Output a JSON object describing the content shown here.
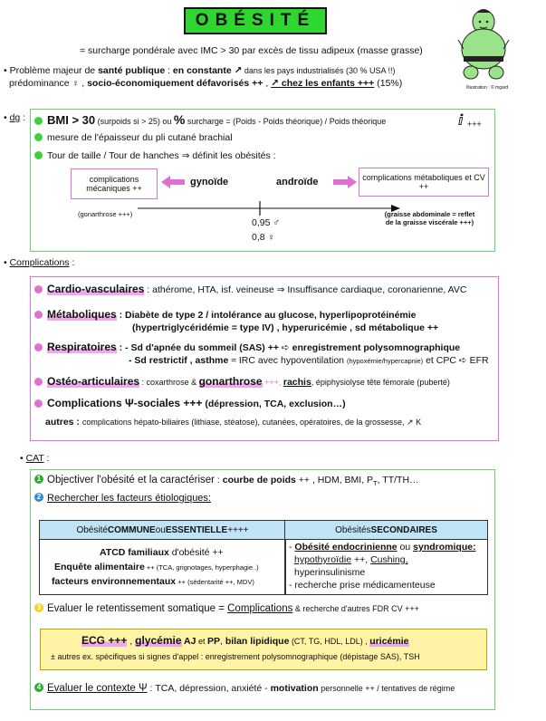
{
  "title": "OBÉSITÉ",
  "definition": "= surcharge pondérale avec IMC > 30 par excès de tissu adipeux (masse grasse)",
  "illustration_credit": "Illustration : © mgard",
  "intro": {
    "line1_a": "Problème majeur de ",
    "line1_b": "santé publique",
    "line1_c": " :   ",
    "line1_d": "en constante ↗",
    "line1_e": " dans les pays industrialisés  (30 % USA !!)",
    "line2_a": "prédominance ♀ , ",
    "line2_b": "socio-économiquement défavorisés ++",
    "line2_c": " , ",
    "line2_d": "↗ chez les enfants +++",
    "line2_e": " (15%)"
  },
  "dg": {
    "label": "dg",
    "item1_a": "BMI > 30",
    "item1_b": " (surpoids si > 25)  ou ",
    "item1_c": "%",
    "item1_d": " surcharge = (Poids - Poids théorique) / Poids théorique",
    "item1_e": "+++",
    "item2": "mesure de l'épaisseur du pli cutané brachial",
    "item3": "Tour de taille / Tour de hanches  ⇒  définit  les obésités :",
    "left_box": "complications mécaniques ++",
    "gyn": "gynoïde",
    "andro": "androïde",
    "right_box": "complications métaboliques et CV ++",
    "gonar": "(gonarthrose +++)",
    "ratio_m": "0,95  ♂",
    "ratio_f": "0,8    ♀",
    "graisse": "(graisse abdominale = reflet de la graisse viscérale +++)"
  },
  "complications": {
    "label": "Complications",
    "cardio_t": "Cardio-vasculaires",
    "cardio_d": " : athérome, HTA, isf. veineuse ⇒ Insuffisance cardiaque, coronarienne, AVC",
    "meta_t": "Métaboliques",
    "meta_d1": " : Diabète de type 2 / intolérance au glucose,  hyperlipoprotéinémie",
    "meta_d2": "(hypertriglycéridémie = type IV) , hyperuricémie , sd métabolique  ++",
    "resp_t": "Respiratoires",
    "resp_d1": " : - Sd d'apnée du sommeil (SAS) ++ ➪ enregistrement polysomnographique",
    "resp_d2_a": "- Sd restrictif , asthme",
    "resp_d2_b": " ≈ IRC avec hypoventilation ",
    "resp_d2_c": "(hypoxémie/hypercapnie)",
    "resp_d2_d": " et CPC ➪ EFR",
    "osteo_t": "Ostéo-articulaires",
    "osteo_d1": " : coxarthrose & ",
    "osteo_d2": "gonarthrose",
    "osteo_d3": " +++, ",
    "osteo_d4": "rachis",
    "osteo_d5": ", épiphysiolyse tête fémorale (puberté)",
    "psy_t": "Complications Ψ-sociales +++",
    "psy_d": " (dépression, TCA, exclusion…)",
    "autres_a": "autres : ",
    "autres_b": "complications hépato-biliaires (lithiase, stéatose), cutanées, opératoires, de la grossesse, ↗ K"
  },
  "cat": {
    "label": "CAT",
    "step1_num": "1",
    "step1_a": "Objectiver l'obésité et la caractériser",
    "step1_b": " : ",
    "step1_c": "courbe de poids",
    "step1_d": " ++ , HDM, BMI, P",
    "step1_e": "T",
    "step1_f": ", TT/TH…",
    "step2_num": "2",
    "step2": "Rechercher les facteurs étiologiques:",
    "table": {
      "h1_a": "Obésité ",
      "h1_b": "COMMUNE",
      "h1_c": " ou ",
      "h1_d": "ESSENTIELLE",
      "h1_e": " ++++",
      "h2_a": "Obésités ",
      "h2_b": "SECONDAIRES",
      "l1_a": "ATCD familiaux",
      "l1_b": " d'obésité ++",
      "l2_a": "Enquête alimentaire",
      "l2_b": " ++ (TCA, grignotages, hyperphagie..)",
      "l3_a": "facteurs environnementaux",
      "l3_b": " ++ (sédentarité ++, MDV)",
      "r1_a": "Obésité endocrinienne",
      "r1_b": " ou ",
      "r1_c": "syndromique:",
      "r2_a": "hypothyroïdie",
      "r2_b": " ++, ",
      "r2_c": "Cushing,",
      "r3": "hyperinsulinisme",
      "r4": "recherche prise médicamenteuse"
    },
    "step3_num": "3",
    "step3_a": "Evaluer le retentissement somatique = ",
    "step3_b": "Complications",
    "step3_c": "  &  recherche d'autres FDR CV +++",
    "yellow": {
      "ecg": "ECG +++",
      "sep1": " ,  ",
      "glyc": "glycémie",
      "glyc2": " AJ",
      "et": " et ",
      "pp": "PP",
      "sep2": ",   ",
      "bilan": "bilan lipidique",
      "bilan2": " (CT, TG, HDL, LDL) ,   ",
      "uric": "uricémie",
      "line2": "± autres ex. spécifiques si signes d'appel : enregistrement polysomnographique (dépistage SAS), TSH"
    },
    "step4_num": "4",
    "step4_a": "Evaluer le contexte Ψ",
    "step4_b": " : TCA, dépression, anxiété - ",
    "step4_c": "motivation",
    "step4_d": " personnelle ++ / tentatives de régime"
  },
  "colors": {
    "green": "#3bd23b",
    "pink": "#e070d0",
    "yellow_badge": "#f2d21b",
    "blue_badge": "#2d8ad6",
    "green_badge": "#2cae2c"
  }
}
